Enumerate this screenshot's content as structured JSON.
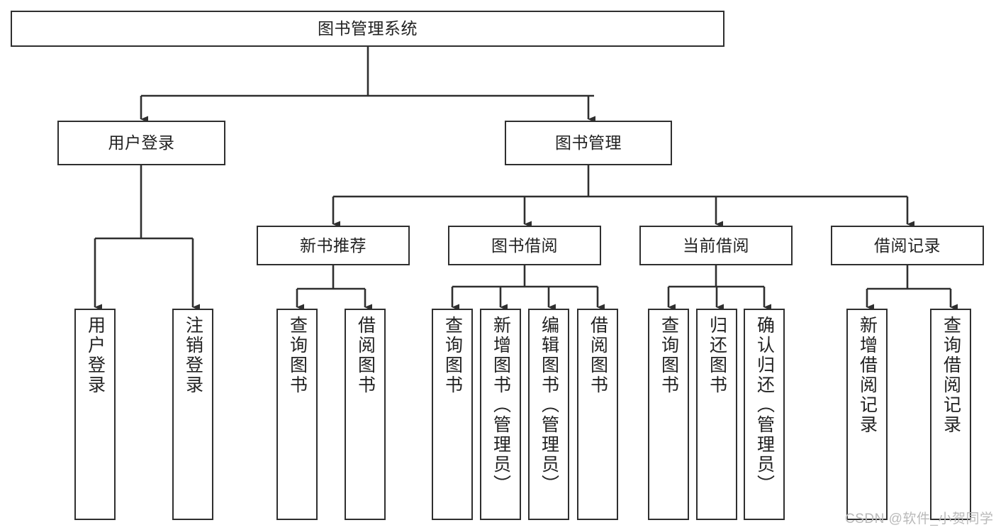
{
  "diagram": {
    "title": "图书管理系统",
    "type": "tree-hierarchy",
    "colors": {
      "border": "#2f2f2f",
      "background": "#ffffff",
      "text": "#222222",
      "watermark": "#b9b9b9"
    },
    "root": {
      "label": "图书管理系统"
    },
    "level2": [
      {
        "id": "user-login",
        "label": "用户登录"
      },
      {
        "id": "book-manage",
        "label": "图书管理"
      }
    ],
    "level3": [
      {
        "id": "new-book-recommend",
        "label": "新书推荐",
        "parent": "book-manage"
      },
      {
        "id": "book-borrow",
        "label": "图书借阅",
        "parent": "book-manage"
      },
      {
        "id": "current-borrow",
        "label": "当前借阅",
        "parent": "book-manage"
      },
      {
        "id": "borrow-record",
        "label": "借阅记录",
        "parent": "book-manage"
      }
    ],
    "leaves": [
      {
        "id": "leaf-user-login",
        "label": "用户登录",
        "parent": "user-login"
      },
      {
        "id": "leaf-logout",
        "label": "注销登录",
        "parent": "user-login"
      },
      {
        "id": "leaf-query-book-1",
        "label": "查询图书",
        "parent": "new-book-recommend"
      },
      {
        "id": "leaf-borrow-book-1",
        "label": "借阅图书",
        "parent": "new-book-recommend"
      },
      {
        "id": "leaf-query-book-2",
        "label": "查询图书",
        "parent": "book-borrow"
      },
      {
        "id": "leaf-add-book",
        "label": "新增图书（管理员）",
        "parent": "book-borrow"
      },
      {
        "id": "leaf-edit-book",
        "label": "编辑图书（管理员）",
        "parent": "book-borrow"
      },
      {
        "id": "leaf-borrow-book-2",
        "label": "借阅图书",
        "parent": "book-borrow"
      },
      {
        "id": "leaf-query-book-3",
        "label": "查询图书",
        "parent": "current-borrow"
      },
      {
        "id": "leaf-return-book",
        "label": "归还图书",
        "parent": "current-borrow"
      },
      {
        "id": "leaf-confirm-return",
        "label": "确认归还（管理员）",
        "parent": "current-borrow"
      },
      {
        "id": "leaf-add-record",
        "label": "新增借阅记录",
        "parent": "borrow-record"
      },
      {
        "id": "leaf-query-record",
        "label": "查询借阅记录",
        "parent": "borrow-record"
      }
    ],
    "watermark": "CSDN @软件_小贺同学"
  }
}
